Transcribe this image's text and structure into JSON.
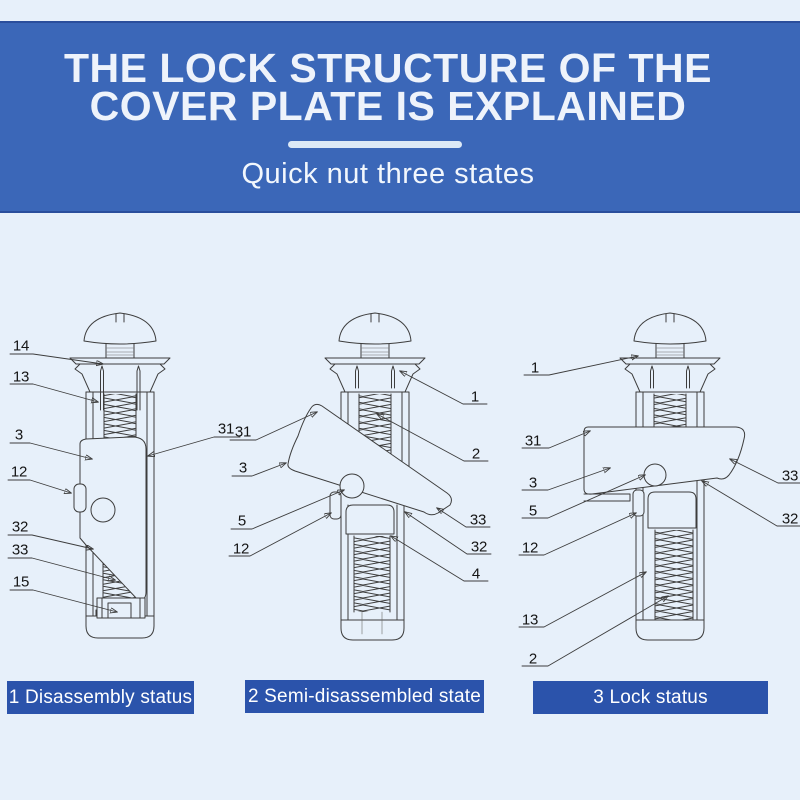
{
  "page": {
    "background_color": "#e7f0fa",
    "line_color": "#3d3d3d"
  },
  "banner": {
    "title_line1": "THE LOCK STRUCTURE OF THE",
    "title_line2": "COVER PLATE IS EXPLAINED",
    "subtitle": "Quick nut three states",
    "background_color": "#3b67b8",
    "edge_color": "#2a4e9c",
    "text_color": "#eef3fb"
  },
  "diagrams": [
    {
      "name": "disassembly-status",
      "caption": "1 Disassembly status",
      "labels": {
        "l14": "14",
        "l13": "13",
        "l3": "3",
        "l12": "12",
        "l32": "32",
        "l33": "33",
        "l15": "15",
        "l31": "31"
      }
    },
    {
      "name": "semi-disassembled-state",
      "caption": "2 Semi-disassembled state",
      "labels": {
        "l31": "31",
        "l3": "3",
        "l5": "5",
        "l12": "12",
        "l1": "1",
        "l2": "2",
        "l33": "33",
        "l32": "32",
        "l4": "4"
      }
    },
    {
      "name": "lock-status",
      "caption": "3 Lock status",
      "labels": {
        "l1": "1",
        "l31": "31",
        "l3": "3",
        "l5": "5",
        "l12": "12",
        "l13": "13",
        "l2": "2",
        "l33": "33",
        "l32": "32"
      }
    }
  ],
  "caption_style": {
    "background_color": "#2b53ab",
    "text_color": "#ffffff"
  }
}
